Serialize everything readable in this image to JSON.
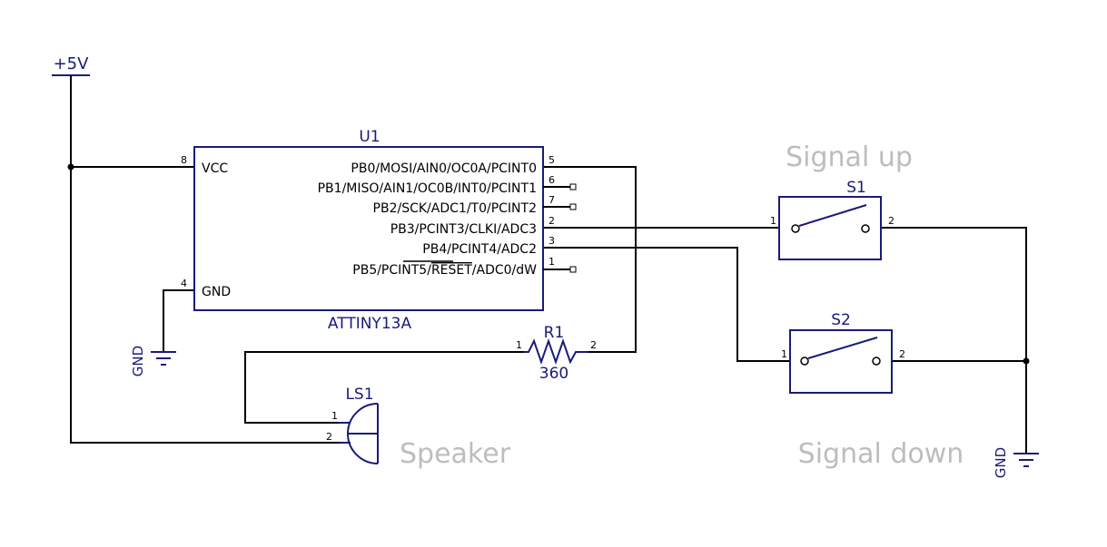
{
  "power": {
    "label": "+5V"
  },
  "u1": {
    "ref": "U1",
    "value": "ATTINY13A",
    "left_pins": [
      {
        "num": "8",
        "name": "VCC"
      },
      {
        "num": "4",
        "name": "GND"
      }
    ],
    "right_pins": [
      {
        "num": "5",
        "name": "PB0/MOSI/AIN0/OC0A/PCINT0"
      },
      {
        "num": "6",
        "name": "PB1/MISO/AIN1/OC0B/INT0/PCINT1"
      },
      {
        "num": "7",
        "name": "PB2/SCK/ADC1/T0/PCINT2"
      },
      {
        "num": "2",
        "name": "PB3/PCINT3/CLKI/ADC3"
      },
      {
        "num": "3",
        "name": "PB4/PCINT4/ADC2"
      },
      {
        "num": "1",
        "name_pre": "PB5/PCINT5/",
        "name_over": "RESET",
        "name_post": "/ADC0/dW"
      }
    ]
  },
  "r1": {
    "ref": "R1",
    "value": "360",
    "pin1": "1",
    "pin2": "2"
  },
  "ls1": {
    "ref": "LS1",
    "label": "Speaker",
    "pin1": "1",
    "pin2": "2"
  },
  "s1": {
    "ref": "S1",
    "label": "Signal up",
    "pin1": "1",
    "pin2": "2"
  },
  "s2": {
    "ref": "S2",
    "label": "Signal down",
    "pin1": "1",
    "pin2": "2"
  },
  "gnd": {
    "label": "GND"
  }
}
